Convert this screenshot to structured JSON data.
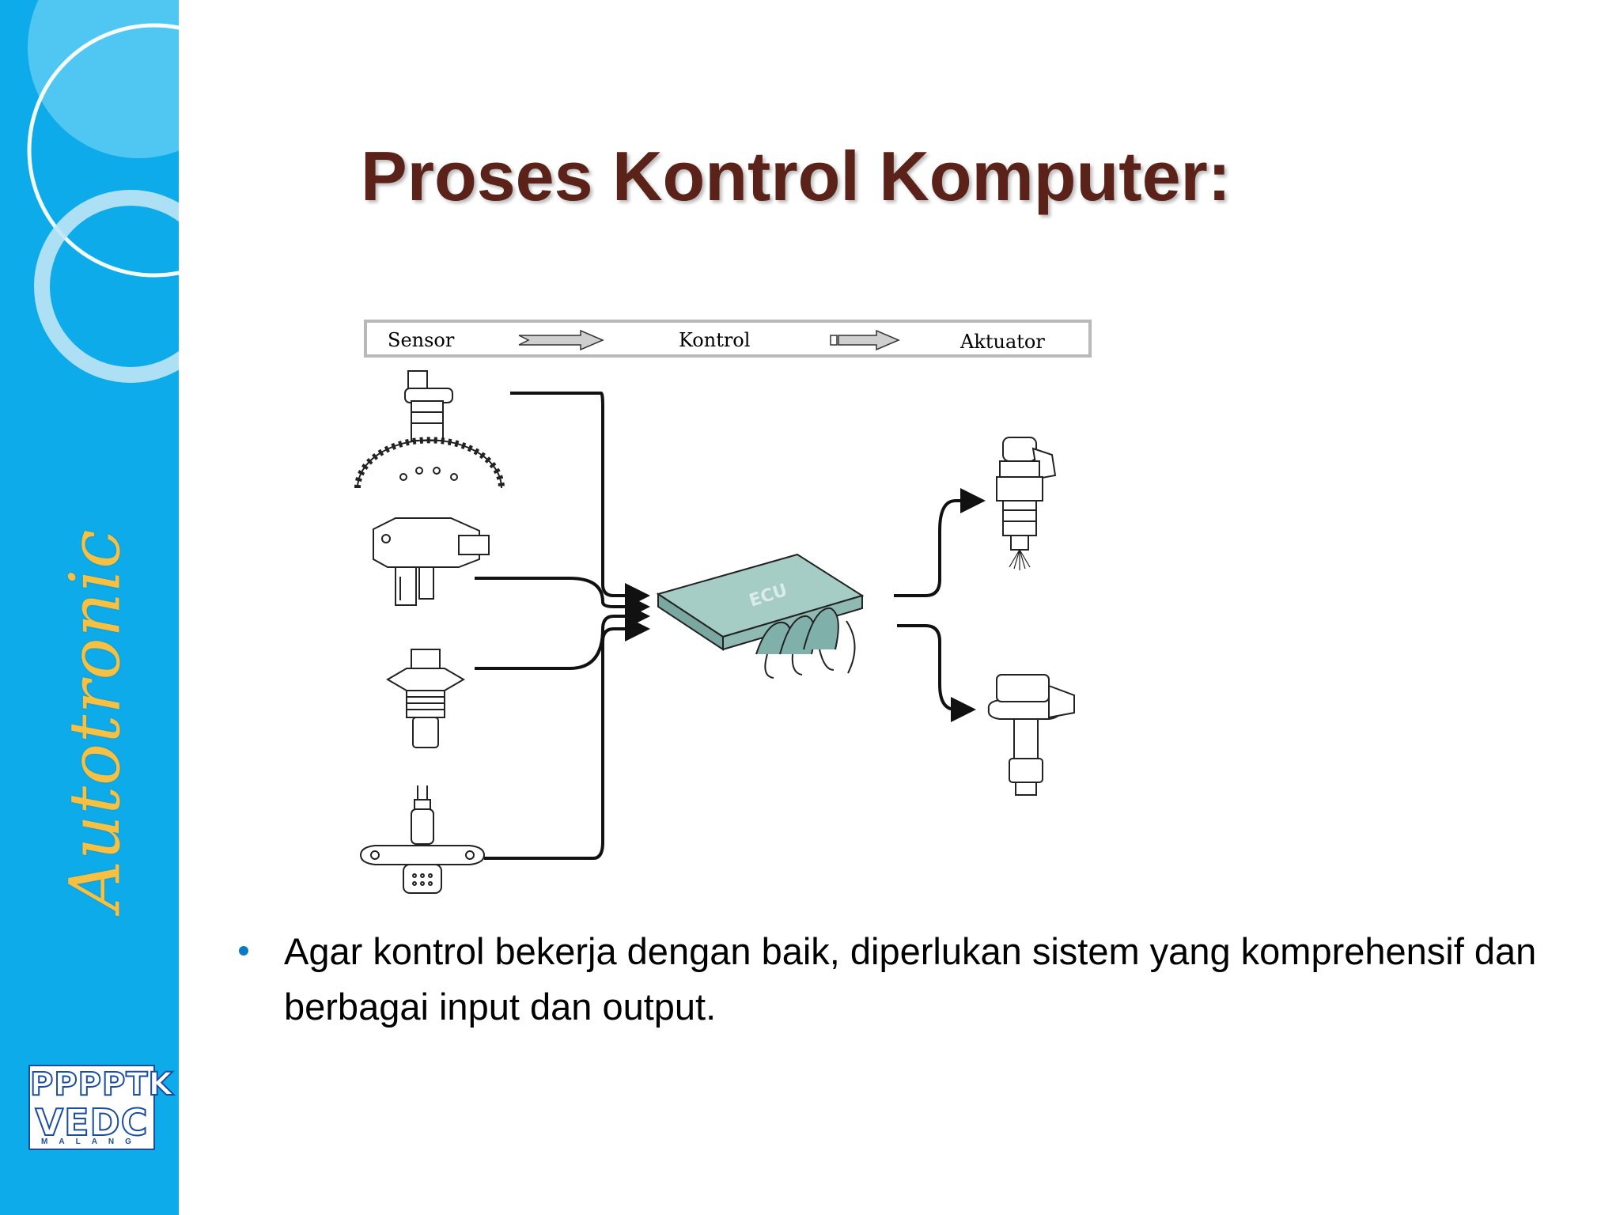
{
  "sidebar": {
    "brand": "Autotronic",
    "logo": {
      "line1": "PPPPTK",
      "line2": "VEDC",
      "line3": "MALANG"
    }
  },
  "slide": {
    "title": "Proses Kontrol Komputer:",
    "flow": {
      "sensor": "Sensor",
      "kontrol": "Kontrol",
      "aktuator": "Aktuator"
    },
    "ecu_label": "ECU",
    "bullet": {
      "line1": "Agar kontrol bekerja dengan baik, diperlukan sistem yang komprehensif dan",
      "line2": "berbagai input dan output."
    }
  },
  "colors": {
    "sidebar": "#0eabea",
    "title": "#5b2219",
    "brand": "#f6c143",
    "ecu": "#8fb9b3",
    "bullet": "#0b79c4"
  }
}
